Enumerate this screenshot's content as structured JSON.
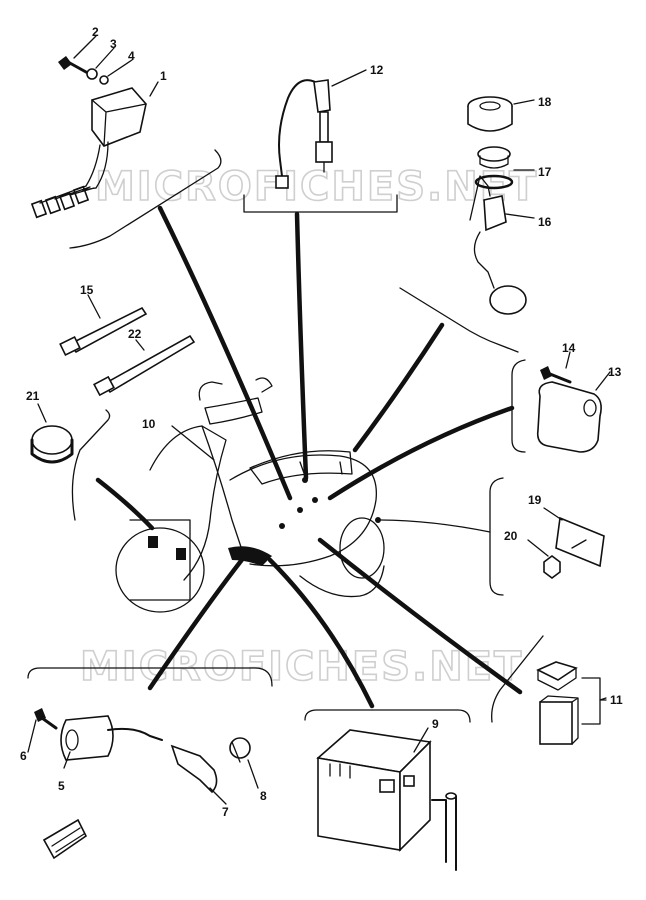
{
  "watermark": "MICROFICHES.NET",
  "callouts": [
    {
      "id": "c1",
      "label": "1"
    },
    {
      "id": "c2",
      "label": "2"
    },
    {
      "id": "c3",
      "label": "3"
    },
    {
      "id": "c4",
      "label": "4"
    },
    {
      "id": "c5",
      "label": "5"
    },
    {
      "id": "c6",
      "label": "6"
    },
    {
      "id": "c7",
      "label": "7"
    },
    {
      "id": "c8",
      "label": "8"
    },
    {
      "id": "c9",
      "label": "9"
    },
    {
      "id": "c10",
      "label": "10"
    },
    {
      "id": "c11",
      "label": "11"
    },
    {
      "id": "c12",
      "label": "12"
    },
    {
      "id": "c13",
      "label": "13"
    },
    {
      "id": "c14",
      "label": "14"
    },
    {
      "id": "c15",
      "label": "15"
    },
    {
      "id": "c16",
      "label": "16"
    },
    {
      "id": "c17",
      "label": "17"
    },
    {
      "id": "c18",
      "label": "18"
    },
    {
      "id": "c19",
      "label": "19"
    },
    {
      "id": "c20",
      "label": "20"
    },
    {
      "id": "c21",
      "label": "21"
    },
    {
      "id": "c22",
      "label": "22"
    }
  ]
}
